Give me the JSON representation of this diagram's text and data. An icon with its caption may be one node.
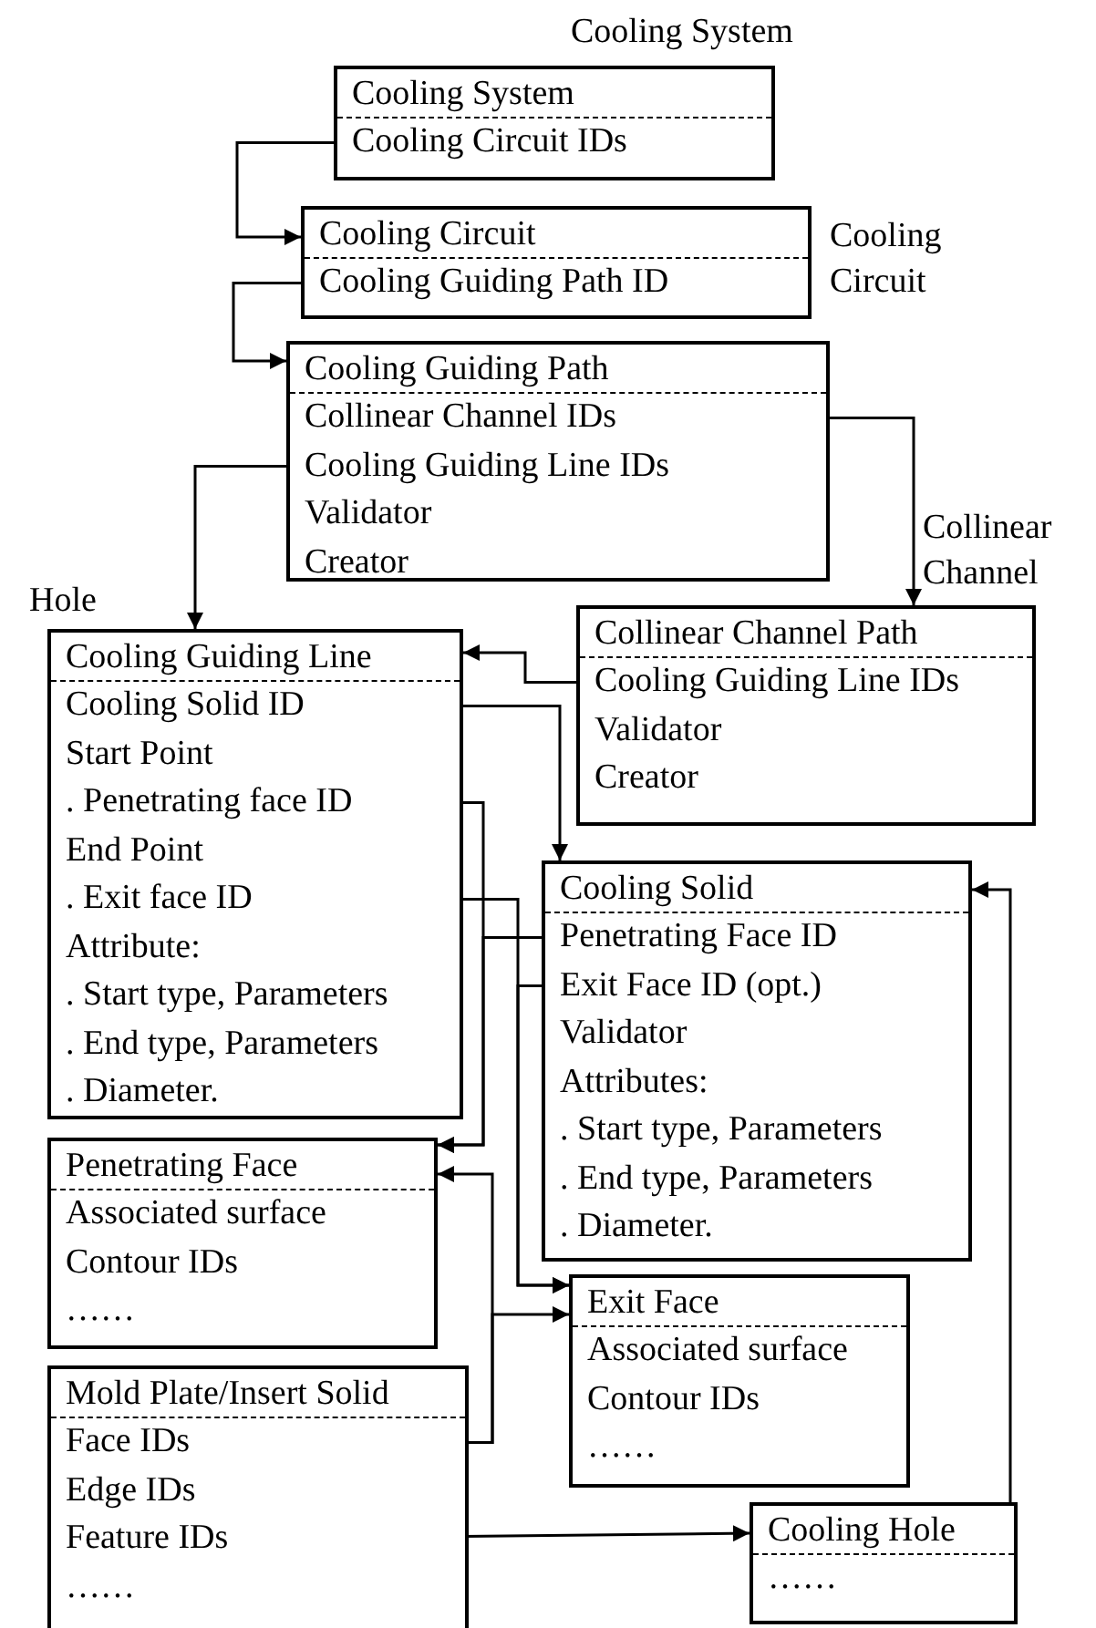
{
  "diagram": {
    "nodes": [
      {
        "text": [
          "Cooling System",
          "Cooling Circuit IDs"
        ],
        "beside": [
          "Cooling System"
        ]
      },
      {
        "text": [
          "Cooling Circuit",
          "Cooling Guiding Path ID"
        ],
        "beside": [
          "Cooling Circuit"
        ]
      },
      {
        "text": [
          "Cooling Guiding Path",
          "Collinear Channel IDs",
          "Cooling Guiding Line IDs",
          "Validator",
          "Creator"
        ]
      },
      {
        "text": [
          "Cooling Guiding Line",
          "Cooling Solid ID",
          "Start Point",
          ". Penetrating face ID",
          "End Point",
          ". Exit face ID",
          "Attribute:",
          ". Start type, Parameters",
          ". End type, Parameters",
          ". Diameter."
        ],
        "beside": [
          "Hole"
        ]
      },
      {
        "text": [
          "Collinear Channel Path",
          "Cooling Guiding Line IDs",
          "Validator",
          "Creator"
        ],
        "beside": [
          "Collinear Channel"
        ]
      },
      {
        "text": [
          "Cooling Solid",
          "Penetrating Face ID",
          "Exit Face ID (opt.)",
          "Validator",
          "Attributes:",
          ". Start type, Parameters",
          ". End type, Parameters",
          ". Diameter."
        ]
      },
      {
        "text": [
          "Penetrating Face",
          "Associated surface",
          "Contour IDs",
          "……"
        ]
      },
      {
        "text": [
          "Exit Face",
          "Associated surface",
          "Contour IDs",
          "……"
        ]
      },
      {
        "text": [
          "Mold Plate/Insert Solid",
          "Face IDs",
          "Edge IDs",
          "Feature IDs",
          "……"
        ]
      },
      {
        "text": [
          "Cooling Hole",
          "……"
        ]
      }
    ],
    "edges": [
      {
        "from": 0,
        "to": 1,
        "arrow": "to"
      },
      {
        "from": 1,
        "to": 2,
        "arrow": "to"
      },
      {
        "from": 2,
        "to": 4,
        "arrow": "to"
      },
      {
        "from": 2,
        "to": 3,
        "arrow": "to"
      },
      {
        "from": 4,
        "to": 3,
        "arrow": "to"
      },
      {
        "from": 3,
        "to": 5,
        "arrow": "to"
      },
      {
        "from": 3,
        "to": 6,
        "arrow": "to"
      },
      {
        "from": 5,
        "to": 6,
        "arrow": "to"
      },
      {
        "from": 3,
        "to": 7,
        "arrow": "to"
      },
      {
        "from": 5,
        "to": 7,
        "arrow": "to"
      },
      {
        "from": 8,
        "to": 6,
        "arrow": "to"
      },
      {
        "from": 8,
        "to": 7,
        "arrow": "to"
      },
      {
        "from": 8,
        "to": 9,
        "arrow": "to"
      },
      {
        "from": 9,
        "to": 5,
        "arrow": "to"
      }
    ]
  }
}
